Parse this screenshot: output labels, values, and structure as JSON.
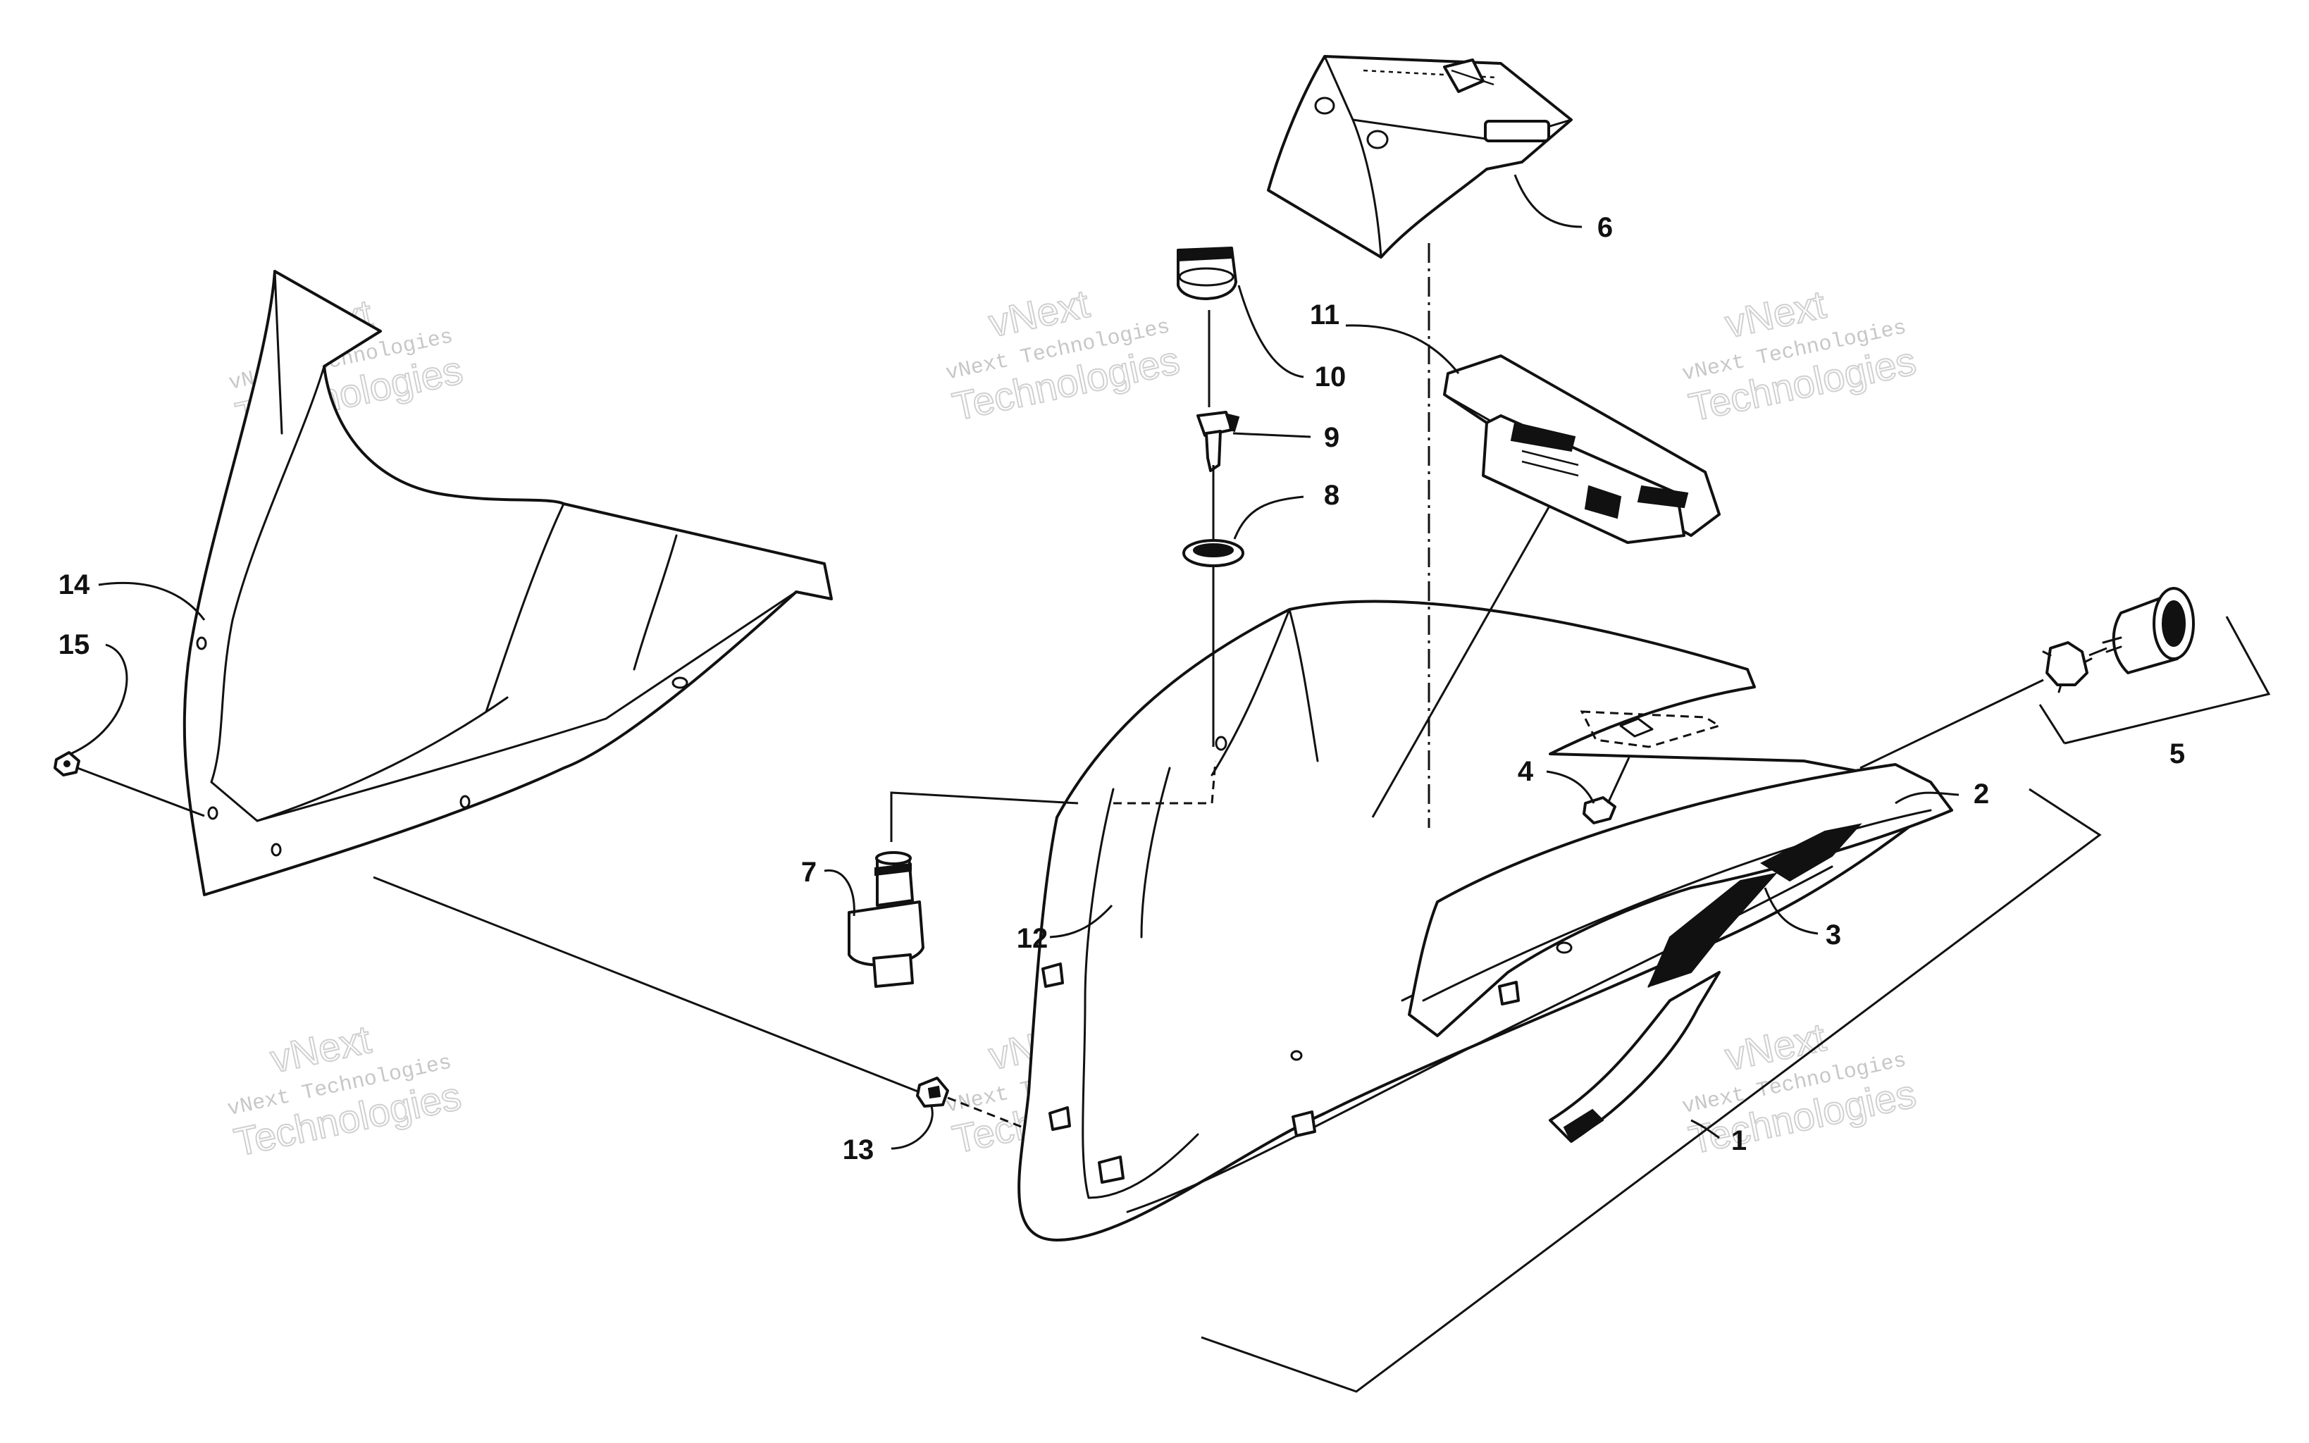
{
  "callouts": {
    "c1": "1",
    "c2": "2",
    "c3": "3",
    "c4": "4",
    "c5": "5",
    "c6": "6",
    "c7": "7",
    "c8": "8",
    "c9": "9",
    "c10": "10",
    "c11": "11",
    "c12": "12",
    "c13": "13",
    "c14": "14",
    "c15": "15"
  },
  "watermark": {
    "company": "vNext Technologies",
    "word_top": "vNext",
    "word_bottom": "Technologies"
  },
  "colors": {
    "line": "#111111",
    "background": "#ffffff",
    "watermark": "#bdbdbd"
  }
}
